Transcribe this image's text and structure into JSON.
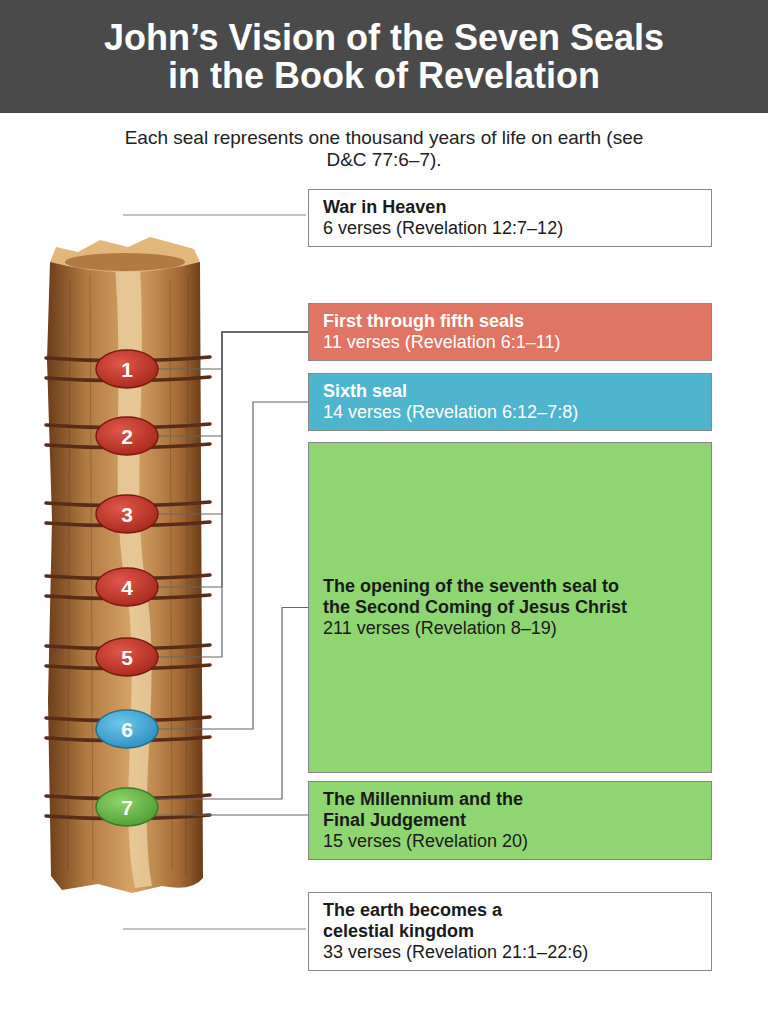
{
  "diagram": {
    "title": "John’s Vision of the Seven Seals in the Book of Revelation",
    "nodes": [
      {
        "text": [
          "War in Heaven",
          "6 verses (Revelation 12:7–12)"
        ]
      },
      {
        "text": [
          "First through fifth seals",
          "11 verses (Revelation 6:1–11)"
        ]
      },
      {
        "text": [
          "Sixth seal",
          "14 verses (Revelation 6:12–7:8)"
        ]
      },
      {
        "text": [
          "The opening of the seventh seal to the Second Coming of Jesus Christ",
          "211 verses (Revelation 8–19)"
        ]
      },
      {
        "text": [
          "The Millennium and the Final Judgement",
          "15 verses (Revelation 20)"
        ]
      },
      {
        "text": [
          "The earth becomes a celestial kingdom",
          "33 verses (Revelation 21:1–22:6)"
        ]
      },
      {
        "text": [
          "1"
        ]
      },
      {
        "text": [
          "2"
        ]
      },
      {
        "text": [
          "3"
        ]
      },
      {
        "text": [
          "4"
        ]
      },
      {
        "text": [
          "5"
        ]
      },
      {
        "text": [
          "6"
        ]
      },
      {
        "text": [
          "7"
        ]
      }
    ],
    "edges": [
      {
        "from": 6,
        "to": 1,
        "arrow": "none"
      },
      {
        "from": 7,
        "to": 1,
        "arrow": "none"
      },
      {
        "from": 8,
        "to": 1,
        "arrow": "none"
      },
      {
        "from": 9,
        "to": 1,
        "arrow": "none"
      },
      {
        "from": 10,
        "to": 1,
        "arrow": "none"
      },
      {
        "from": 11,
        "to": 2,
        "arrow": "none"
      },
      {
        "from": 12,
        "to": 3,
        "arrow": "none"
      },
      {
        "from": 12,
        "to": 4,
        "arrow": "none"
      }
    ],
    "labels": [
      "Each seal represents one thousand years of life on earth (see D&C 77:6–7)."
    ]
  }
}
